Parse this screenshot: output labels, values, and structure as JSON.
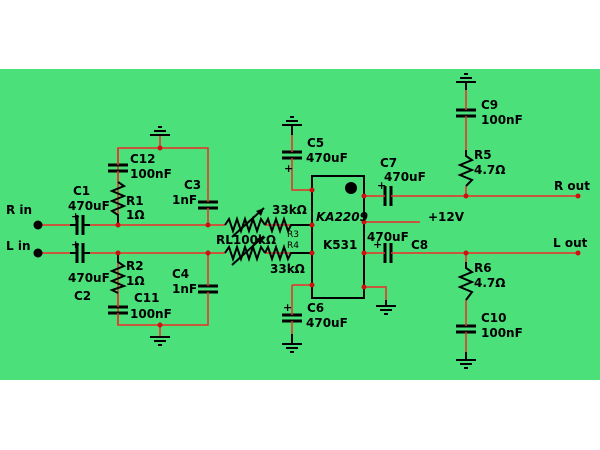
{
  "colors": {
    "background": "#4ce07a",
    "wire": "#ee2b2b",
    "component": "#000000",
    "node": "#cc1111"
  },
  "ports": {
    "r_in": "R in",
    "l_in": "L in",
    "r_out": "R out",
    "l_out": "L out",
    "supply": "+12V"
  },
  "ic": {
    "name": "KA2209",
    "code": "K531"
  },
  "pot": {
    "label": "RL100kΩ"
  },
  "polarity": "+",
  "components": {
    "c1": {
      "ref": "C1",
      "value": "470uF"
    },
    "c2": {
      "ref": "C2",
      "value": "470uF"
    },
    "c3": {
      "ref": "C3",
      "value": "1nF"
    },
    "c4": {
      "ref": "C4",
      "value": "1nF"
    },
    "c5": {
      "ref": "C5",
      "value": "470uF"
    },
    "c6": {
      "ref": "C6",
      "value": "470uF"
    },
    "c7": {
      "ref": "C7",
      "value": "470uF"
    },
    "c8": {
      "ref": "C8",
      "value": "470uF"
    },
    "c9": {
      "ref": "C9",
      "value": "100nF"
    },
    "c10": {
      "ref": "C10",
      "value": "100nF"
    },
    "c11": {
      "ref": "C11",
      "value": "100nF"
    },
    "c12": {
      "ref": "C12",
      "value": "100nF"
    },
    "r1": {
      "ref": "R1",
      "value": "1Ω"
    },
    "r2": {
      "ref": "R2",
      "value": "1Ω"
    },
    "r3": {
      "ref": "R3",
      "value": "33kΩ"
    },
    "r4": {
      "ref": "R4",
      "value": "33kΩ"
    },
    "r5": {
      "ref": "R5",
      "value": "4.7Ω"
    },
    "r6": {
      "ref": "R6",
      "value": "4.7Ω"
    }
  }
}
